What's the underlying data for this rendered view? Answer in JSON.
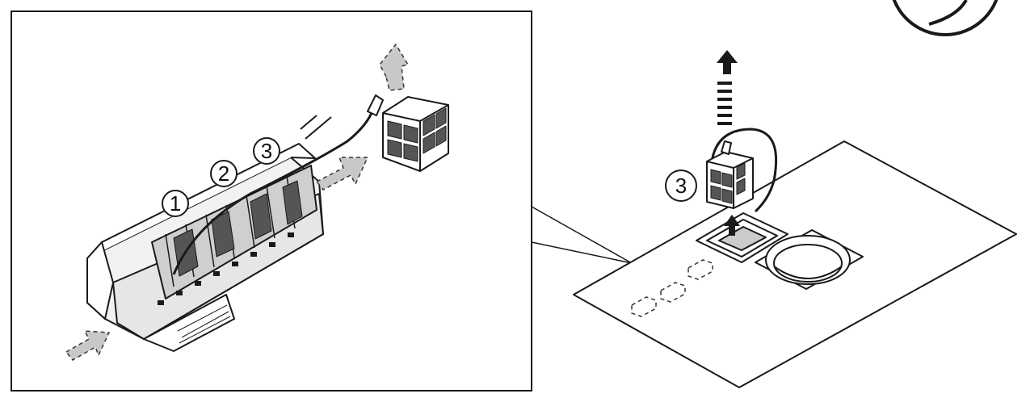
{
  "diagram": {
    "callouts": {
      "c1": "1",
      "c2": "2",
      "c3": "3",
      "c3b": "3"
    },
    "colors": {
      "line": "#1a1a1a",
      "panel_fill": "#ffffff",
      "dashed_arrow_fill": "#c8c8c8",
      "part_fill": "#e9e9e9",
      "filter_fill": "#555555"
    },
    "icons": [
      "air-filter-unit-icon",
      "filter-cartridge-icon",
      "up-arrow-icon",
      "ceiling-panel-icon"
    ]
  }
}
